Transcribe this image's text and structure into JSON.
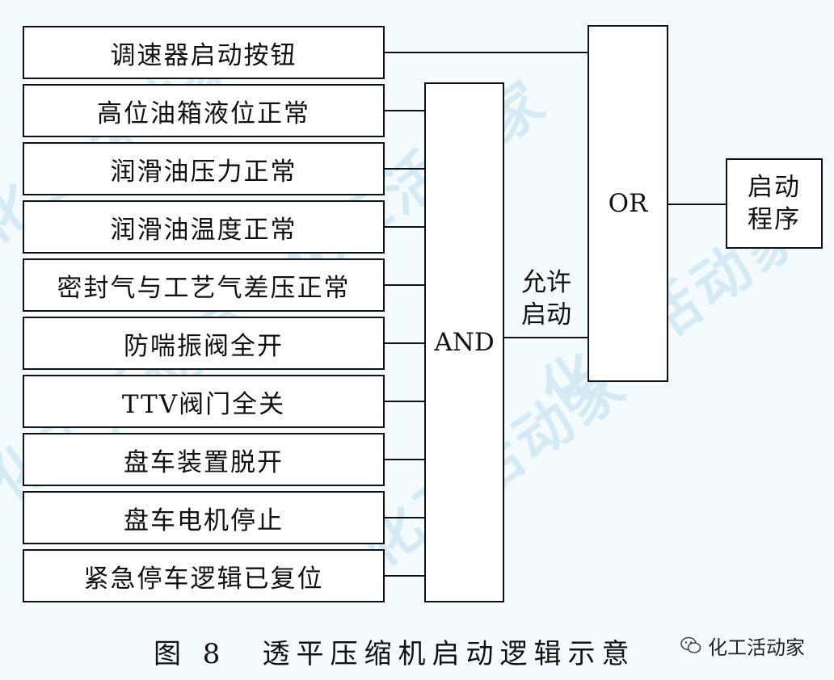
{
  "inputs": [
    "调速器启动按钮",
    "高位油箱液位正常",
    "润滑油压力正常",
    "润滑油温度正常",
    "密封气与工艺气差压正常",
    "防喘振阀全开",
    "TTV阀门全关",
    "盘车装置脱开",
    "盘车电机停止",
    "紧急停车逻辑已复位"
  ],
  "and_gate": {
    "label": "AND"
  },
  "allow_label": {
    "line1": "允许",
    "line2": "启动"
  },
  "or_gate": {
    "label": "OR"
  },
  "output": {
    "line1": "启动",
    "line2": "程序"
  },
  "caption": {
    "figure": "图 8",
    "title": "透平压缩机启动逻辑示意"
  },
  "brand": {
    "text": "化工活动家",
    "icon": "wechat-icon"
  },
  "watermark": {
    "text": "化工活动家"
  },
  "colors": {
    "line": "#111111",
    "box_fill": "#ffffff",
    "background": "#f4fbfe",
    "watermark": "#cfe9f5"
  }
}
